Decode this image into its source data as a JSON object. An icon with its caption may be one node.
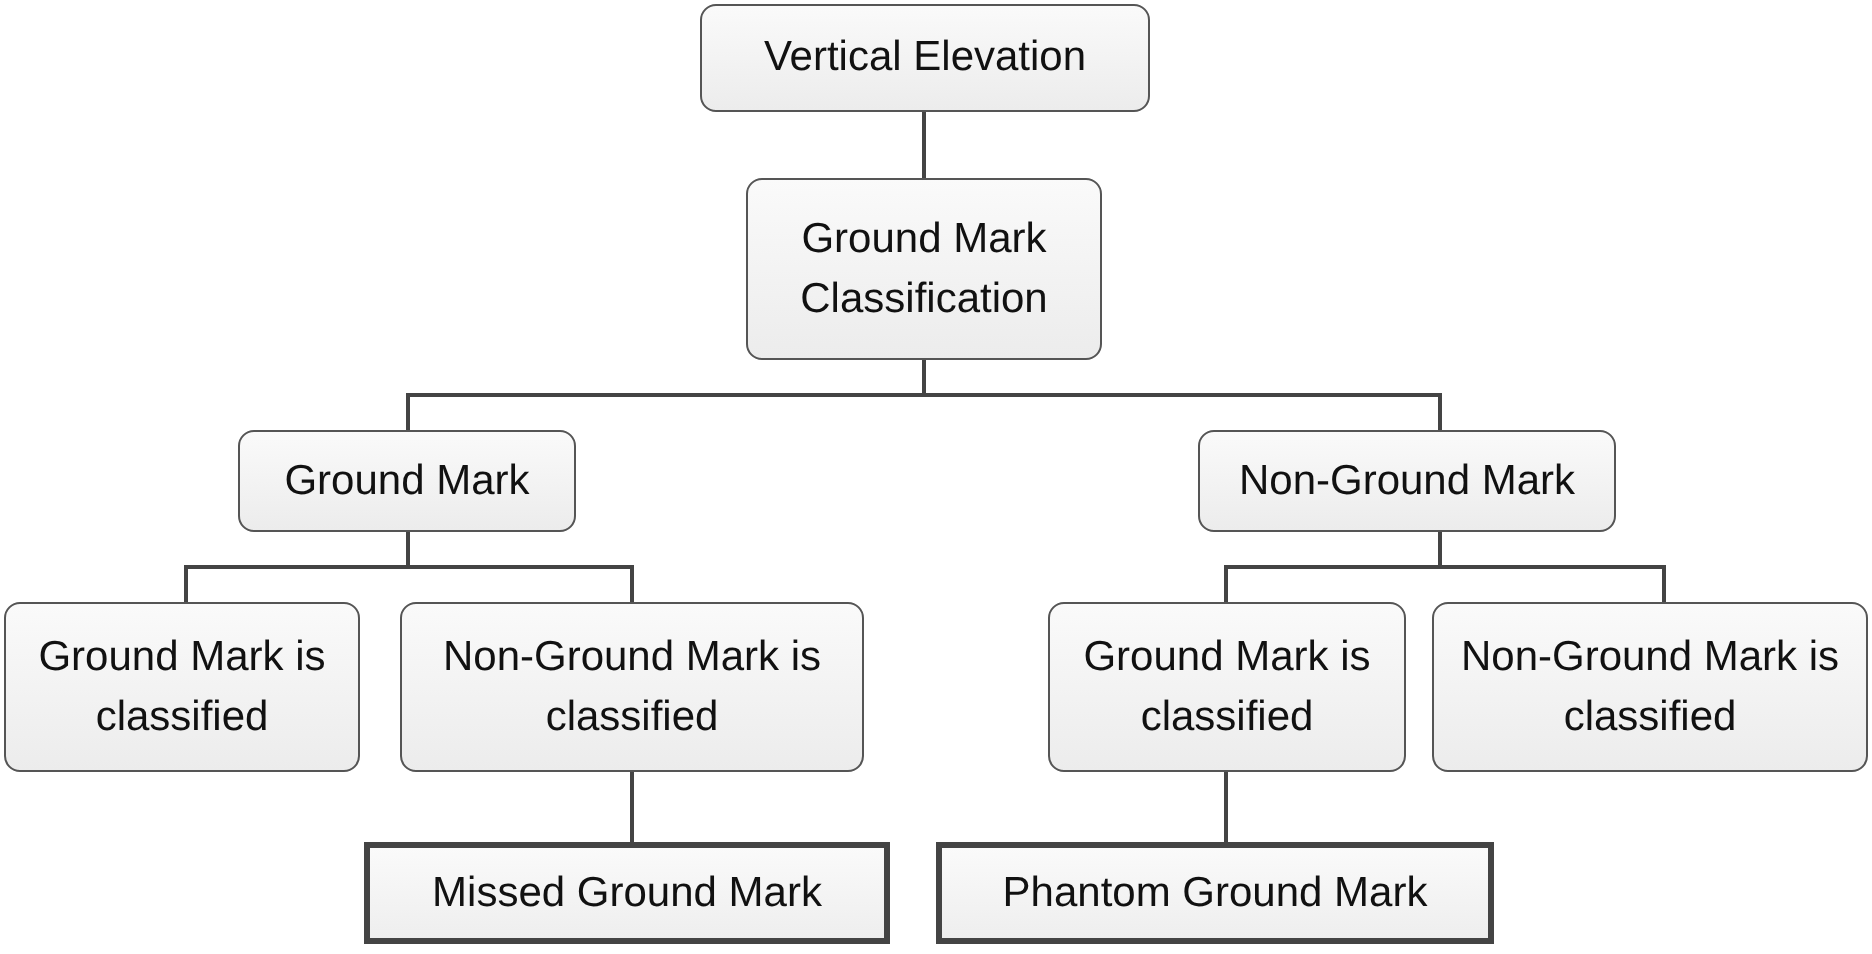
{
  "diagram": {
    "nodes": [
      {
        "text": [
          "Vertical Elevation"
        ]
      },
      {
        "text": [
          "Ground Mark Classification"
        ]
      },
      {
        "text": [
          "Ground Mark"
        ]
      },
      {
        "text": [
          "Non-Ground Mark"
        ]
      },
      {
        "text": [
          "Ground Mark is classified"
        ]
      },
      {
        "text": [
          "Non-Ground Mark is classified"
        ]
      },
      {
        "text": [
          "Ground Mark is classified"
        ]
      },
      {
        "text": [
          "Non-Ground Mark is classified"
        ]
      },
      {
        "text": [
          "Missed Ground Mark"
        ]
      },
      {
        "text": [
          "Phantom Ground Mark"
        ]
      }
    ],
    "edges": [
      {
        "from": 0,
        "to": 1,
        "arrow": "none"
      },
      {
        "from": 1,
        "to": 2,
        "arrow": "none"
      },
      {
        "from": 1,
        "to": 3,
        "arrow": "none"
      },
      {
        "from": 2,
        "to": 4,
        "arrow": "none"
      },
      {
        "from": 2,
        "to": 5,
        "arrow": "none"
      },
      {
        "from": 3,
        "to": 6,
        "arrow": "none"
      },
      {
        "from": 3,
        "to": 7,
        "arrow": "none"
      },
      {
        "from": 5,
        "to": 8,
        "arrow": "none"
      },
      {
        "from": 6,
        "to": 9,
        "arrow": "none"
      }
    ]
  }
}
